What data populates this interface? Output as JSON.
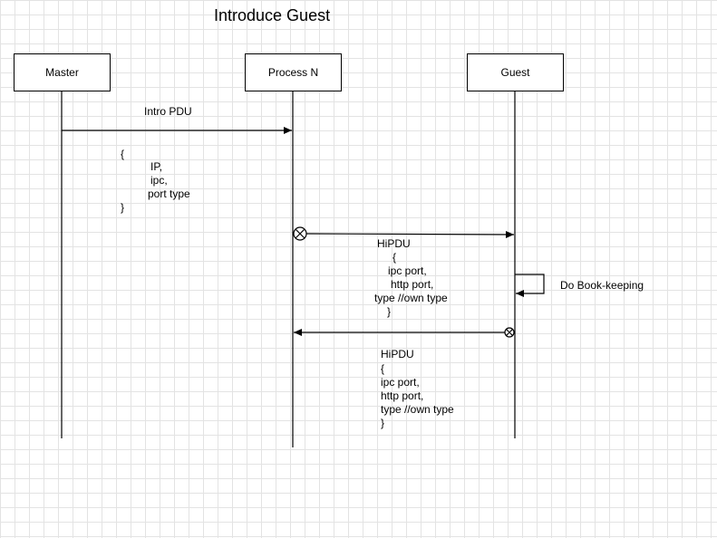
{
  "title": "Introduce Guest",
  "participants": {
    "master": "Master",
    "process": "Process N",
    "guest": "Guest"
  },
  "messages": {
    "intro": {
      "label": "Intro PDU",
      "payload": [
        "{",
        "IP,",
        "ipc,",
        "port type",
        "}"
      ]
    },
    "hi_to_guest": {
      "label": "HiPDU",
      "payload": [
        "{",
        "ipc port,",
        "http port,",
        "type //own type",
        "}"
      ]
    },
    "self_note": "Do Book-keeping",
    "hi_to_process": {
      "label": "HiPDU",
      "payload": [
        "{",
        "ipc port,",
        "http port,",
        "type //own type",
        "}"
      ]
    }
  }
}
